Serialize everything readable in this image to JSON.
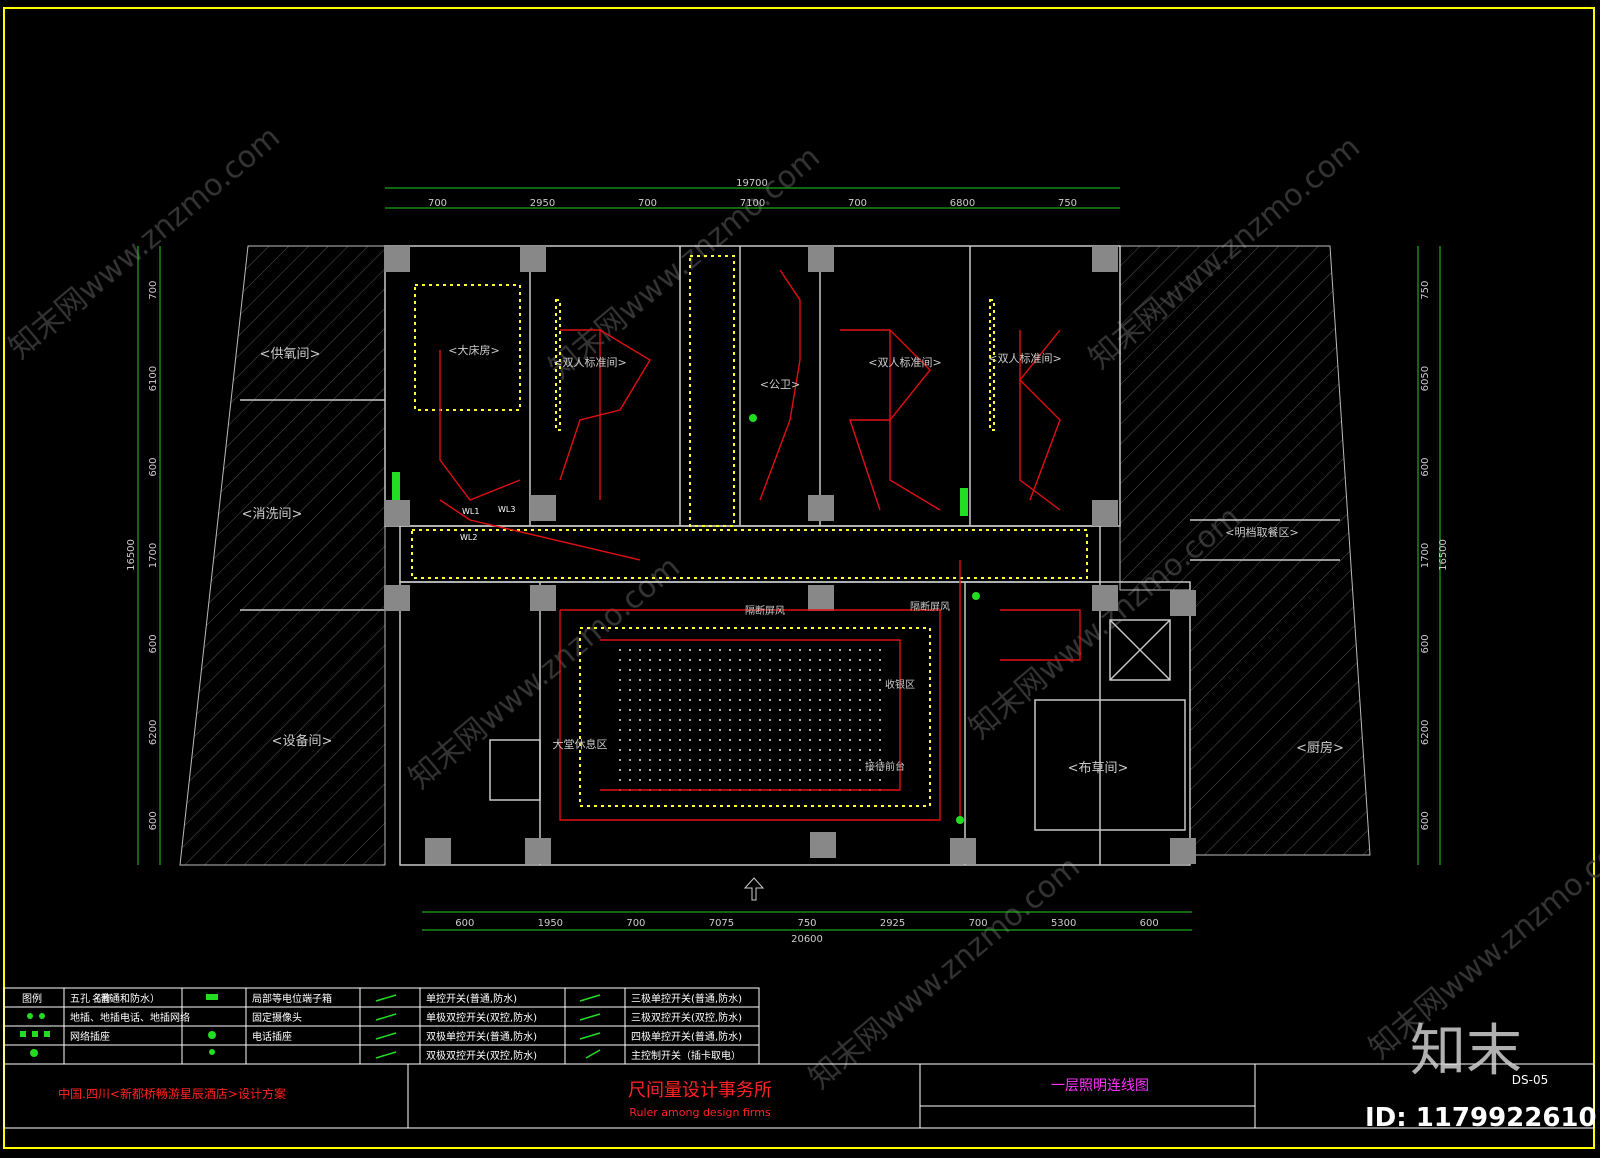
{
  "colors": {
    "background": "#000000",
    "frame": "#ffff00",
    "wall": "#c8c8c8",
    "circuit": "#e01010",
    "fixture": "#ffff33",
    "switch": "#22dd22",
    "dimension": "#22cc22",
    "title_red": "#ff2222",
    "title_magenta": "#ff33ff",
    "text_white": "#ffffff"
  },
  "dimensions": {
    "top_total": "19700",
    "top_segments": [
      "700",
      "2950",
      "700",
      "7100",
      "700",
      "6800",
      "750"
    ],
    "bottom_total": "20600",
    "bottom_segments": [
      "600",
      "1950",
      "700",
      "7075",
      "750",
      "2925",
      "700",
      "5300",
      "600"
    ],
    "left_total": "16500",
    "left_segments": [
      "700",
      "6100",
      "600",
      "1700",
      "600",
      "6200",
      "600"
    ],
    "right_total": "16500",
    "right_segments": [
      "750",
      "6050",
      "600",
      "1700",
      "600",
      "6200",
      "600"
    ]
  },
  "rooms": {
    "supply_room": "<供氧间>",
    "wash_room": "<消洗间>",
    "equipment_room": "<设备间>",
    "king_room": "<大床房>",
    "twin_room_1": "<双人标准间>",
    "public_toilet": "<公卫>",
    "twin_room_2": "<双人标准间>",
    "twin_room_3": "<双人标准间>",
    "kitchen": "<厨房>",
    "linen_room": "<布草间>",
    "pickup_area": "<明档取餐区>",
    "lobby_rest": "大堂休息区",
    "reception": "接待前台",
    "screen_left": "隔断屏风",
    "screen_right": "隔断屏风",
    "cashier": "收银区",
    "wl1": "WL1",
    "wl2": "WL2",
    "wl3": "WL3"
  },
  "legend": {
    "header_icon": "图例",
    "header_name": "名称",
    "rows": [
      [
        "五孔（普通和防水）",
        "局部等电位端子箱",
        "单控开关(普通,防水)",
        "三极单控开关(普通,防水)"
      ],
      [
        "地插、地插电话、地插网络",
        "固定摄像头",
        "单极双控开关(双控,防水)",
        "三极双控开关(双控,防水)"
      ],
      [
        "网络插座",
        "电话插座",
        "双极单控开关(普通,防水)",
        "四极单控开关(普通,防水)"
      ],
      [
        "",
        "",
        "双极双控开关(双控,防水)",
        "主控制开关（插卡取电）"
      ]
    ]
  },
  "title_block": {
    "project": "中国.四川<新都桥畅游星辰酒店>设计方案",
    "firm_cn": "尺间量设计事务所",
    "firm_en": "Ruler among design firms",
    "drawing_title": "一层照明连线图",
    "drawing_no": "DS-05"
  },
  "watermark": {
    "logo": "知末",
    "id": "ID: 1179922610",
    "site": "知末网www.znzmo.com"
  }
}
